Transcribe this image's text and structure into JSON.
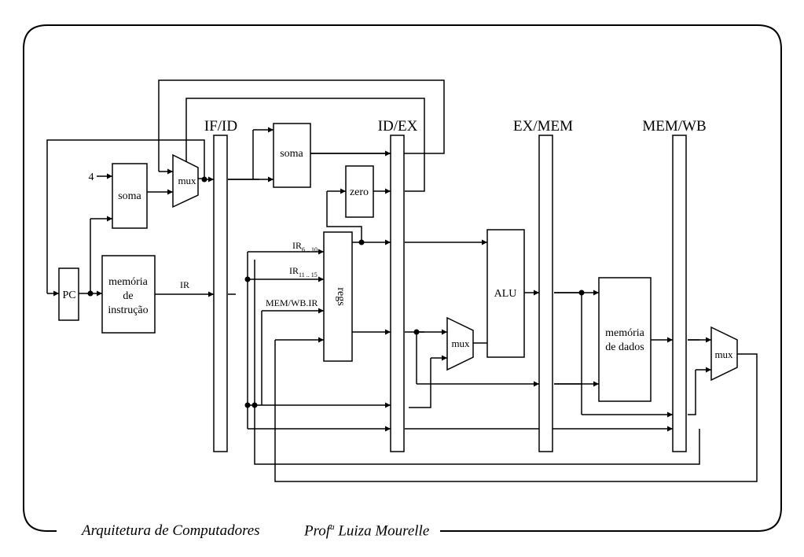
{
  "diagram": {
    "pipeline_registers": [
      "IF/ID",
      "ID/EX",
      "EX/MEM",
      "MEM/WB"
    ],
    "blocks": {
      "pc": "PC",
      "const_four": "4",
      "soma_if": "soma",
      "mux_pc": "mux",
      "instr_mem": [
        "memória",
        "de",
        "instrução"
      ],
      "ir": "IR",
      "soma_branch": "soma",
      "zero": "zero",
      "regs": "regs",
      "ir_6_10_base": "IR",
      "ir_6_10_sub": "6 .. 10",
      "ir_11_15_base": "IR",
      "ir_11_15_sub": "11 .. 15",
      "memwb_ir": "MEM/WB.IR",
      "mux_alu": "mux",
      "alu": "ALU",
      "data_mem": [
        "memória",
        "de dados"
      ],
      "mux_wb": "mux"
    }
  },
  "footer": {
    "course": "Arquitetura de Computadores",
    "prof_prefix": "Prof",
    "prof_sup": "a",
    "prof_name": " Luiza Mourelle"
  }
}
